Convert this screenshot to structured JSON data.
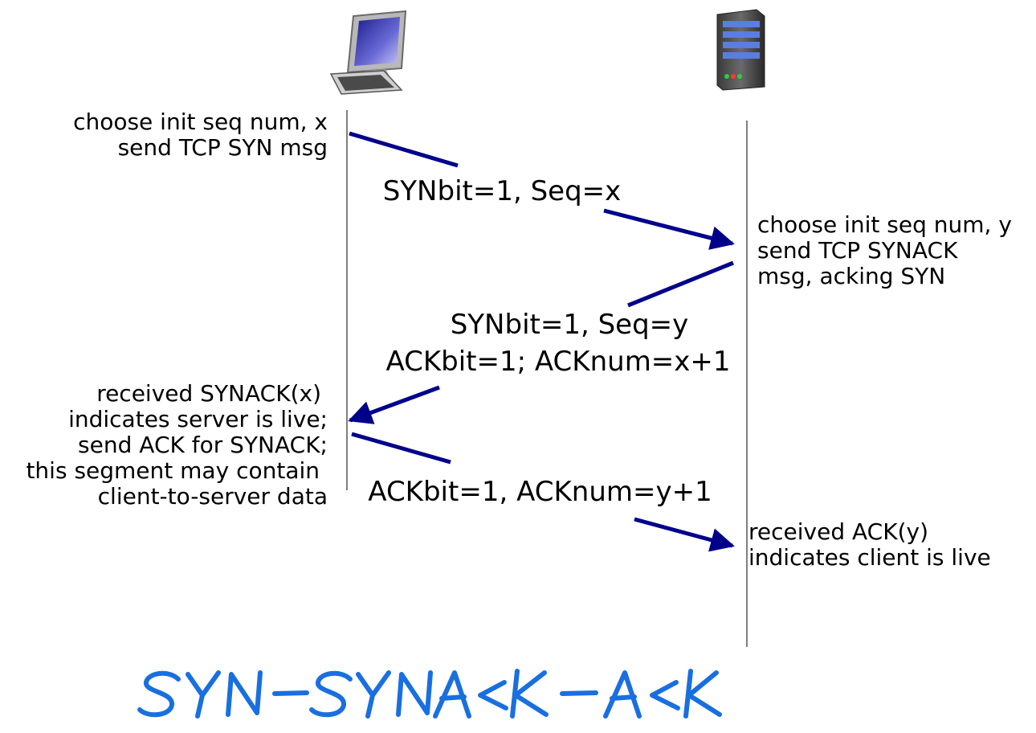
{
  "client": {
    "icon": "desktop-computer-icon",
    "notes": [
      [
        "choose init seq num, x",
        "send TCP SYN msg"
      ],
      [
        "received SYNACK(x)",
        "indicates server is live;",
        "send ACK for SYNACK;",
        "this segment may contain",
        "client-to-server data"
      ]
    ]
  },
  "server": {
    "icon": "server-tower-icon",
    "notes": [
      [
        "choose init seq num, y",
        "send TCP SYNACK",
        "msg, acking SYN"
      ],
      [
        "received ACK(y)",
        "indicates client is live"
      ]
    ]
  },
  "messages": [
    {
      "lines": [
        "SYNbit=1, Seq=x"
      ],
      "direction": "client-to-server"
    },
    {
      "lines": [
        "SYNbit=1, Seq=y",
        "ACKbit=1; ACKnum=x+1"
      ],
      "direction": "server-to-client"
    },
    {
      "lines": [
        "ACKbit=1, ACKnum=y+1"
      ],
      "direction": "client-to-server"
    }
  ],
  "annotation": "SYN-SYNACK-ACK",
  "colors": {
    "arrow": "#00008b",
    "timeline": "#808080",
    "annotation": "#1a6fe0"
  }
}
